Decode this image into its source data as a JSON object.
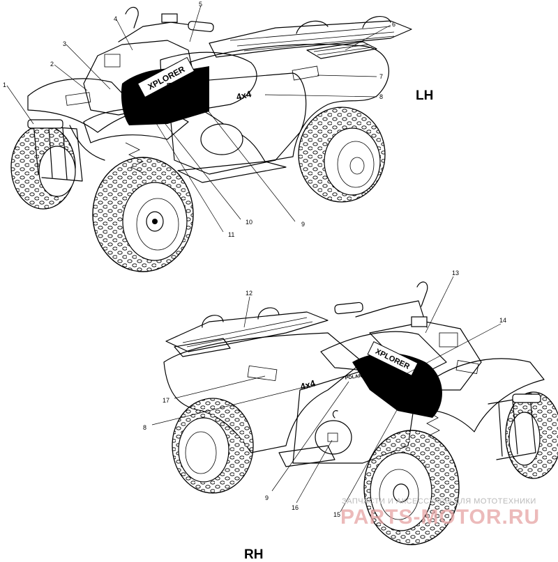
{
  "views": {
    "left": "LH",
    "right": "RH"
  },
  "decals": {
    "brand": "POLARIS",
    "model": "4x4",
    "nameplate": "XPLORER"
  },
  "callouts": {
    "lh": [
      "1",
      "2",
      "3",
      "4",
      "5",
      "6",
      "7",
      "8",
      "9",
      "10",
      "11"
    ],
    "rh": [
      "12",
      "13",
      "14",
      "17",
      "8",
      "9",
      "16",
      "15"
    ]
  },
  "watermark": {
    "line": "ЗАПЧАСТИ И АКСЕССУАРЫ ДЛЯ МОТОТЕХНИКИ",
    "brand": "PARTS-MOTOR.RU"
  },
  "colors": {
    "line": "#000000",
    "background": "#ffffff",
    "watermark_text": "#b9b9b9",
    "watermark_brand": "#e6a3a3"
  }
}
